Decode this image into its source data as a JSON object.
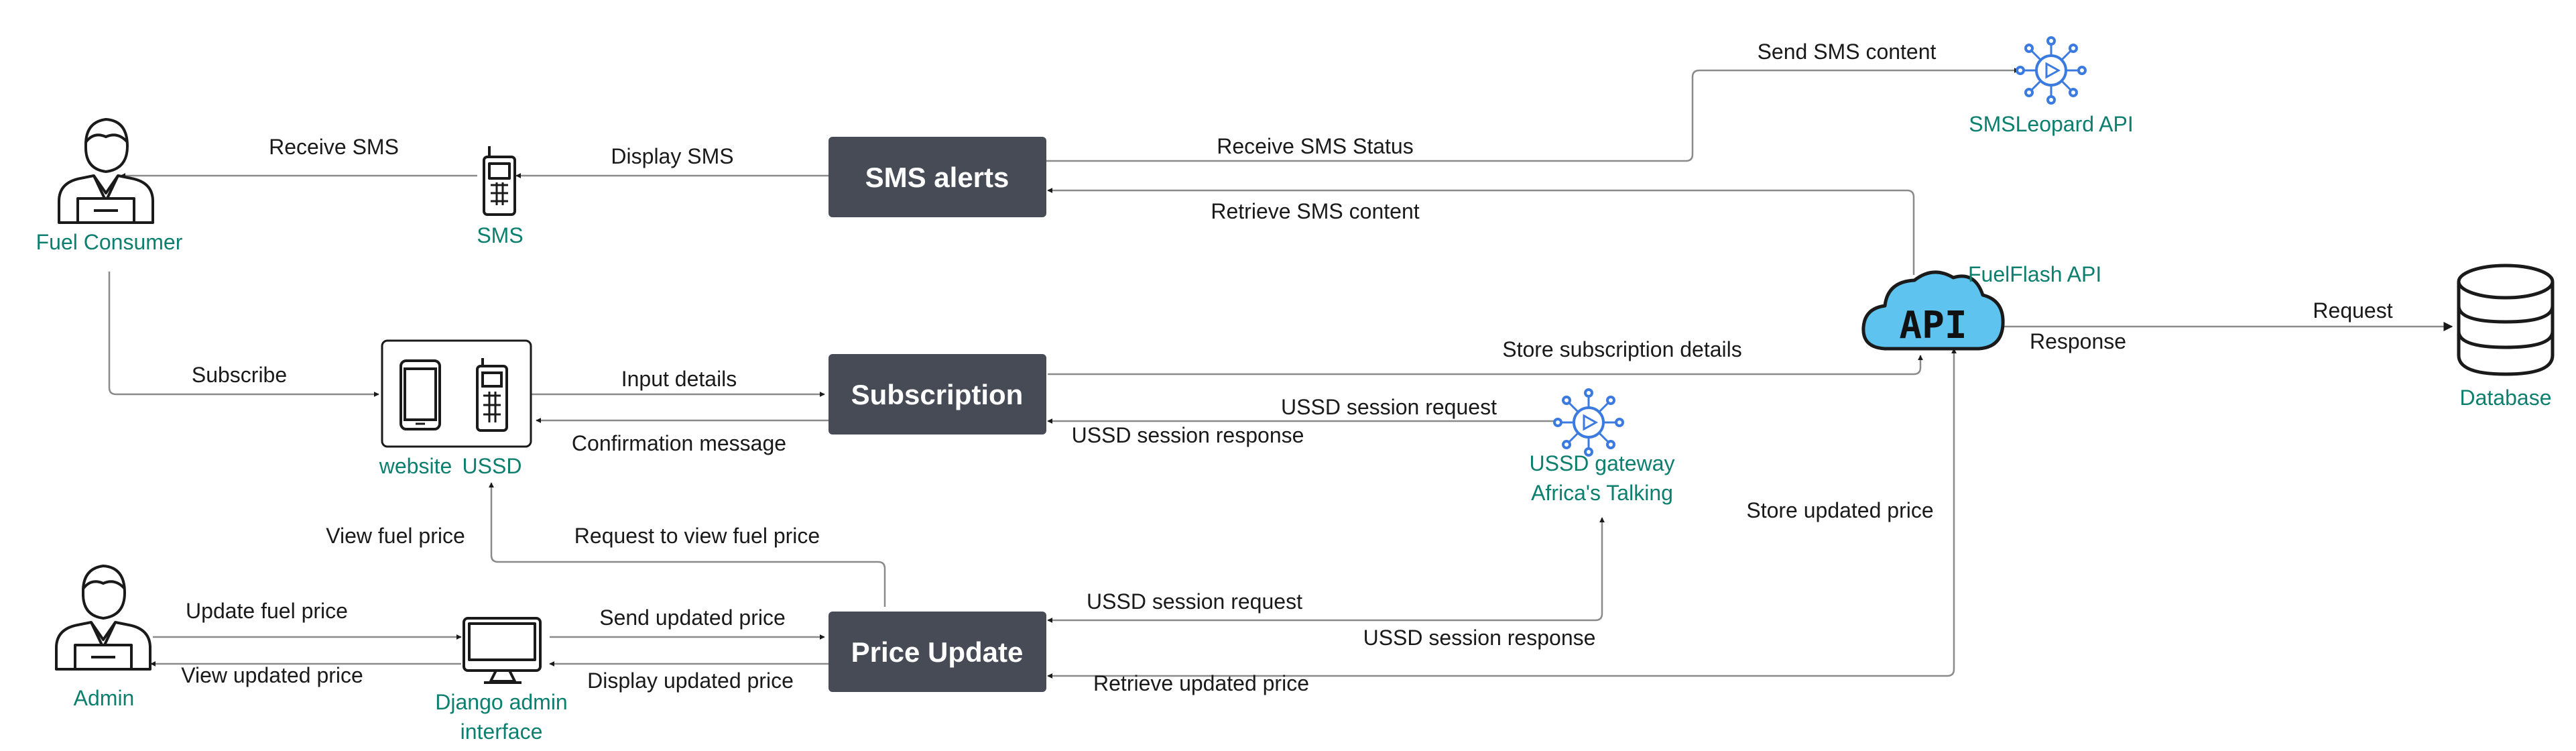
{
  "process_boxes": {
    "sms_alerts": "SMS alerts",
    "subscription": "Subscription",
    "price_update": "Price Update"
  },
  "nodes": {
    "fuel_consumer": "Fuel Consumer",
    "sms": "SMS",
    "website": "website",
    "ussd": "USSD",
    "admin": "Admin",
    "django_line1": "Django admin",
    "django_line2": "interface",
    "smsleopard": "SMSLeopard API",
    "fuelflash": "FuelFlash API",
    "api_logo": "API",
    "database": "Database",
    "ussd_gateway_line1": "USSD gateway",
    "ussd_gateway_line2": "Africa's Talking"
  },
  "edges": {
    "send_sms_content": "Send SMS content",
    "receive_sms": "Receive SMS",
    "display_sms": "Display SMS",
    "receive_sms_status": "Receive SMS Status",
    "retrieve_sms_content": "Retrieve SMS content",
    "request": "Request",
    "response": "Response",
    "subscribe": "Subscribe",
    "input_details": "Input details",
    "store_subscription": "Store subscription details",
    "ussd_session_request_1": "USSD session request",
    "confirmation_message": "Confirmation message",
    "ussd_session_response_1": "USSD session response",
    "store_updated_price": "Store updated price",
    "view_fuel_price": "View fuel price",
    "request_view_price": "Request to view fuel price",
    "update_fuel_price": "Update fuel price",
    "send_updated_price": "Send updated price",
    "ussd_session_request_2": "USSD session request",
    "ussd_session_response_2": "USSD session response",
    "view_updated_price": "View updated price",
    "display_updated_price": "Display updated price",
    "retrieve_updated_price": "Retrieve updated price"
  },
  "colors": {
    "box_fill": "#474b55",
    "label_green": "#0d7f6f",
    "icon_blue": "#3b7be0",
    "cloud_blue": "#5ec3ef",
    "line_gray": "#8a8a8a"
  }
}
